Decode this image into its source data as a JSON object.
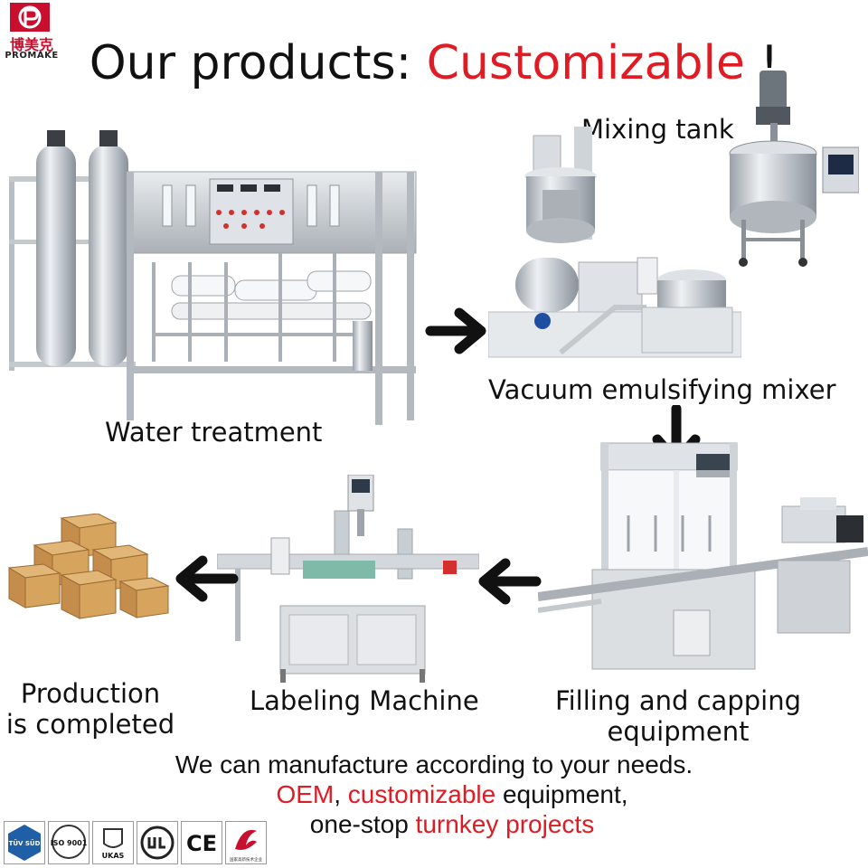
{
  "logo": {
    "cn": "博美克",
    "en": "PROMAKE"
  },
  "title": {
    "prefix": "Our products: ",
    "highlight": "Customizable",
    "suffix": " !"
  },
  "stages": {
    "mixing_tank": "Mixing tank",
    "water_treatment": "Water treatment",
    "vacuum_mixer": "Vacuum emulsifying mixer",
    "filling_line1": "Filling and capping",
    "filling_line2": "equipment",
    "labeling": "Labeling Machine",
    "production_line1": "Production",
    "production_line2": "is completed"
  },
  "bottom": {
    "line1": "We can manufacture according to your needs.",
    "oem": "OEM",
    "comma": ", ",
    "customizable": "customizable",
    "equipment": " equipment,",
    "one_stop": "one-stop ",
    "turnkey": "turnkey projects"
  },
  "certs": {
    "tuv": "TÜV SÜD",
    "iso": "ISO 9001",
    "ukas": "UKAS",
    "ce": "CE",
    "cn_tech": "国家高新技术企业"
  },
  "colors": {
    "accent": "#e01b24",
    "steel": "#c9ced4"
  }
}
